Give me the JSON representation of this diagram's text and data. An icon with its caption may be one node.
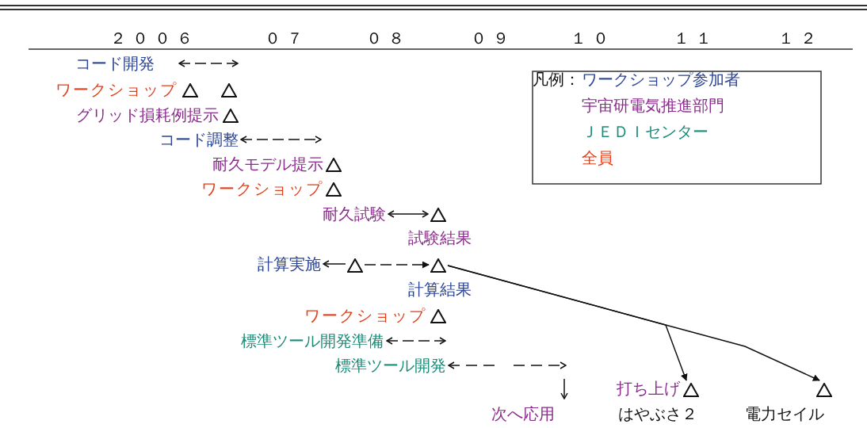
{
  "diagram": {
    "nodes": [
      {
        "text": [],
        "shape": "triangle"
      },
      {
        "text": [],
        "shape": "triangle"
      },
      {
        "text": [],
        "shape": "triangle"
      },
      {
        "text": [],
        "shape": "triangle"
      },
      {
        "text": [],
        "shape": "triangle"
      },
      {
        "text": [],
        "shape": "triangle"
      },
      {
        "text": [],
        "shape": "triangle"
      },
      {
        "text": [],
        "shape": "triangle"
      },
      {
        "text": [],
        "shape": "triangle"
      },
      {
        "text": [],
        "shape": "triangle",
        "beside": [
          "打ち上げ"
        ]
      },
      {
        "text": [],
        "shape": "triangle",
        "beside": [
          "電力セイル"
        ]
      }
    ],
    "edges": [
      {
        "from": 6,
        "to": 7,
        "arrow": "to",
        "style": "dashed"
      },
      {
        "from": 7,
        "to": 9,
        "arrow": "to"
      },
      {
        "from": 7,
        "to": 10,
        "arrow": "to"
      }
    ],
    "labels": [
      "２００６",
      "０７",
      "０８",
      "０９",
      "１０",
      "１１",
      "１２",
      "コード開発",
      "ワークショップ",
      "グリッド損耗例提示",
      "コード調整",
      "耐久モデル提示",
      "ワークショップ",
      "耐久試験",
      "試験結果",
      "計算実施",
      "計算結果",
      "ワークショップ",
      "標準ツール開発準備",
      "標準ツール開発",
      "次へ応用",
      "凡例：",
      "はやぶさ２"
    ],
    "legend": [
      {
        "text": "ワークショップ参加者",
        "color": "#2c4596"
      },
      {
        "text": "宇宙研電気推進部門",
        "color": "#8a2c8c"
      },
      {
        "text": "ＪＥＤＩセンター",
        "color": "#1a8c78"
      },
      {
        "text": "全員",
        "color": "#e2401c"
      }
    ]
  }
}
